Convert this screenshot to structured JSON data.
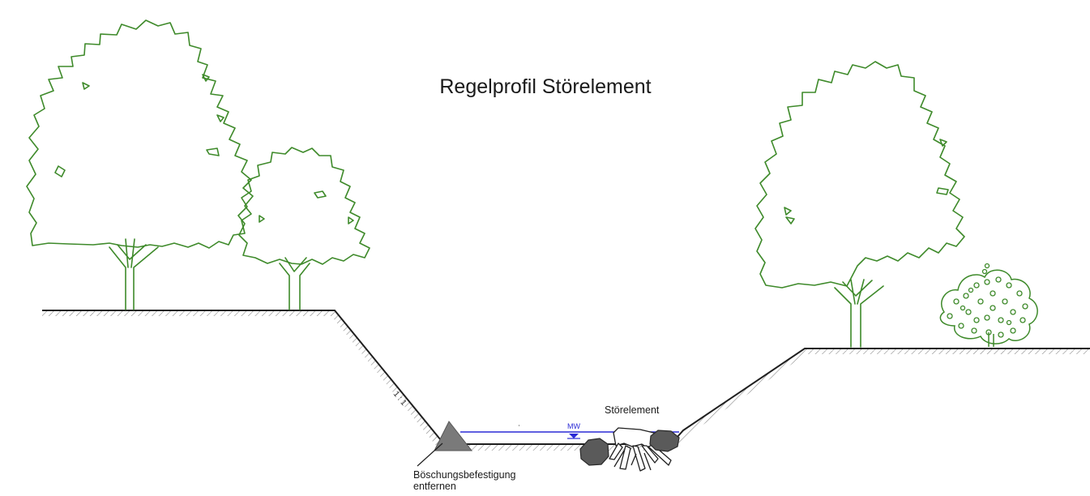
{
  "title": "Regelprofil Störelement",
  "labels": {
    "stoerelement": "Störelement",
    "boeschung_line1": "Böschungsbefestigung",
    "boeschung_line2": "entfernen",
    "mw": "MW",
    "slope": "1 : 1"
  },
  "colors": {
    "vegetation": "#3e8a2a",
    "ground": "#1f1f1f",
    "hatch": "#8a8a8a",
    "water": "#2b2bd6",
    "stone": "#5a5a5a",
    "rip_rap": "#7a7a7a"
  },
  "icons": [
    "tree-icon",
    "shrub-icon",
    "stone-icon",
    "root-stump-icon",
    "water-level-symbol"
  ]
}
